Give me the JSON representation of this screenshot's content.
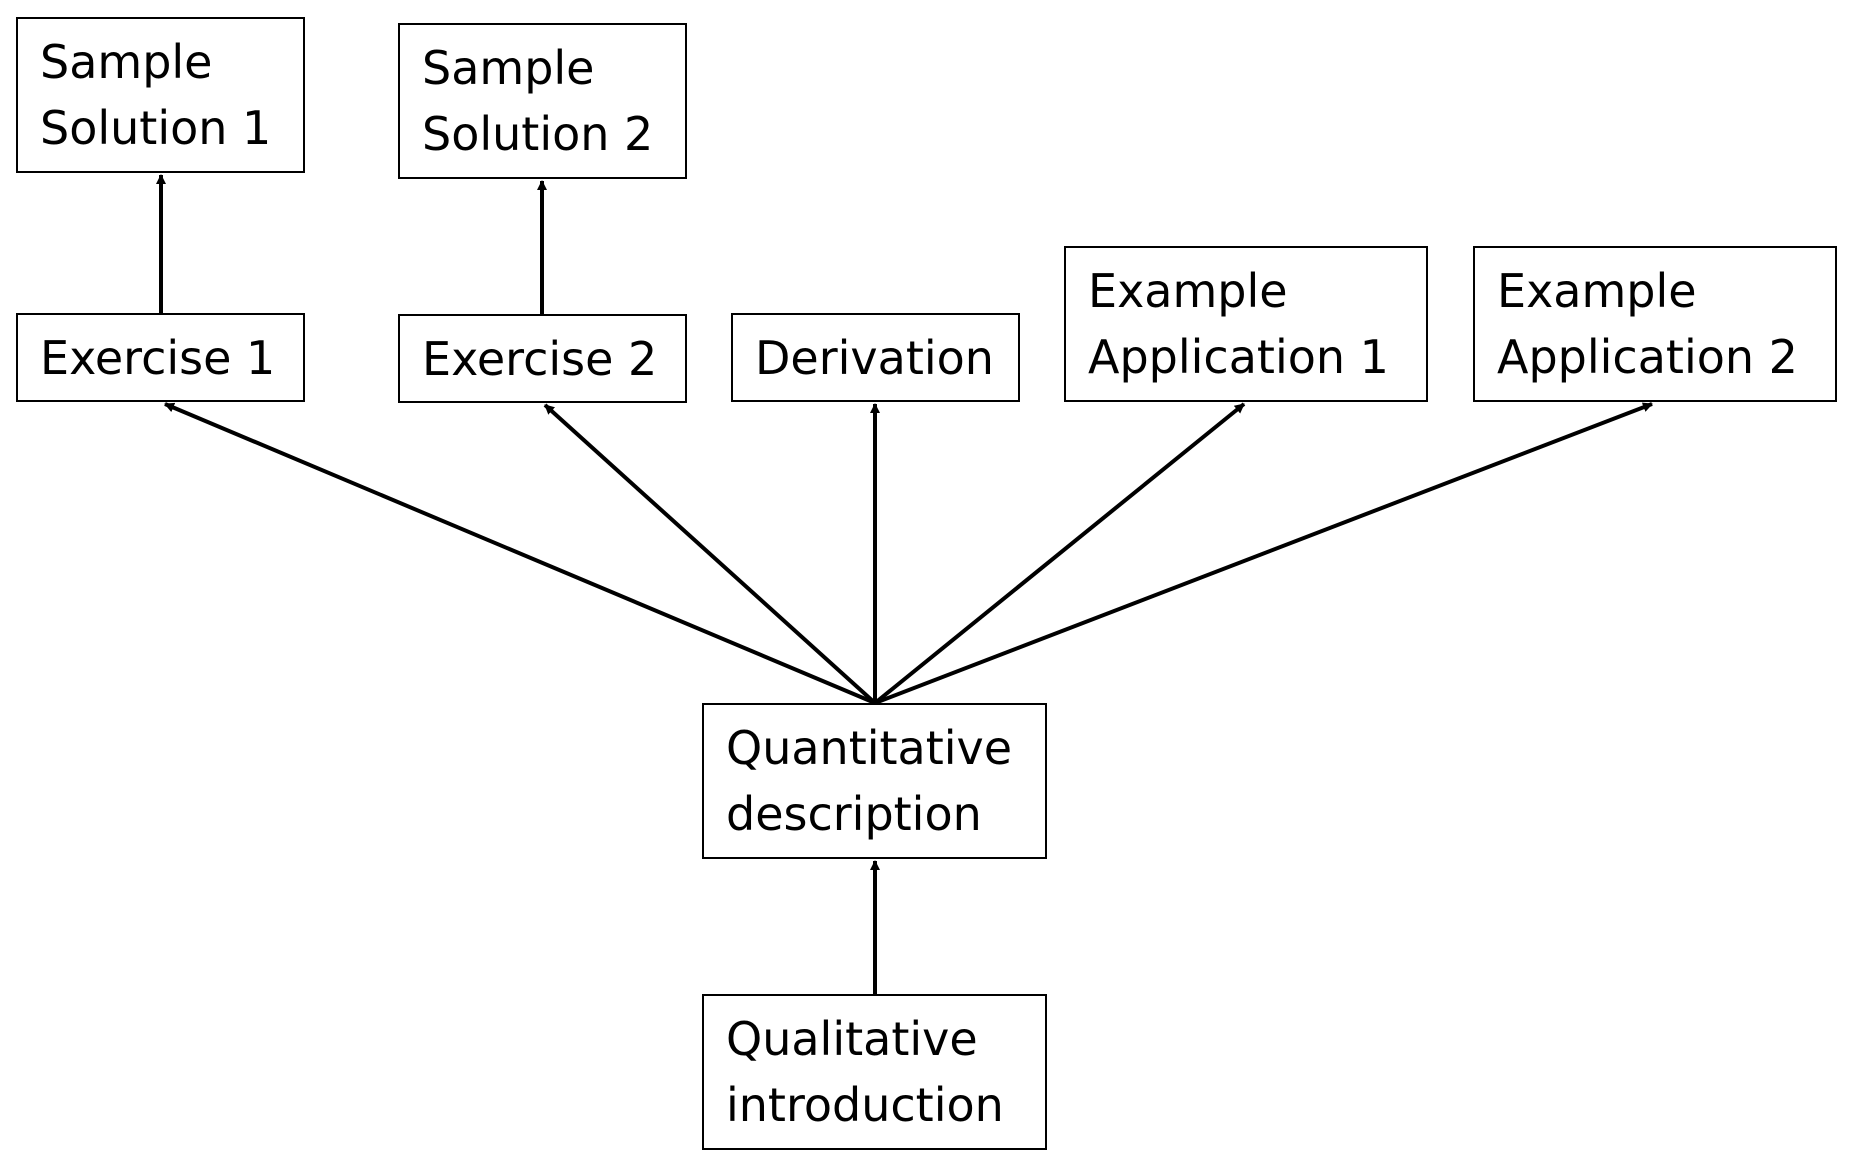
{
  "nodes": {
    "sample_solution_1": {
      "line1": "Sample",
      "line2": "Solution 1"
    },
    "sample_solution_2": {
      "line1": "Sample",
      "line2": "Solution 2"
    },
    "exercise_1": {
      "label": "Exercise 1"
    },
    "exercise_2": {
      "label": "Exercise 2"
    },
    "derivation": {
      "label": "Derivation"
    },
    "example_application_1": {
      "line1": "Example",
      "line2": "Application 1"
    },
    "example_application_2": {
      "line1": "Example",
      "line2": "Application 2"
    },
    "quantitative_description": {
      "line1": "Quantitative",
      "line2": "description"
    },
    "qualitative_introduction": {
      "line1": "Qualitative",
      "line2": "introduction"
    }
  },
  "edges": [
    {
      "from": "qualitative_introduction",
      "to": "quantitative_description"
    },
    {
      "from": "quantitative_description",
      "to": "exercise_1"
    },
    {
      "from": "quantitative_description",
      "to": "exercise_2"
    },
    {
      "from": "quantitative_description",
      "to": "derivation"
    },
    {
      "from": "quantitative_description",
      "to": "example_application_1"
    },
    {
      "from": "quantitative_description",
      "to": "example_application_2"
    },
    {
      "from": "exercise_1",
      "to": "sample_solution_1"
    },
    {
      "from": "exercise_2",
      "to": "sample_solution_2"
    }
  ],
  "colors": {
    "stroke": "#000000",
    "background": "#ffffff",
    "text": "#000000"
  }
}
